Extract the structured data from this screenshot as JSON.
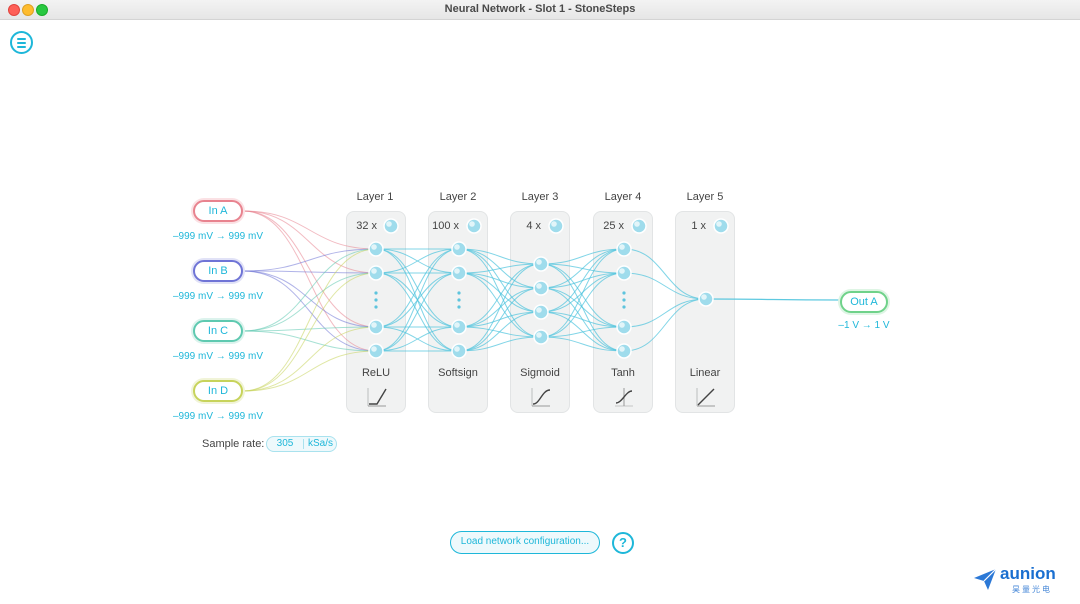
{
  "window": {
    "title": "Neural Network - Slot 1 - StoneSteps"
  },
  "inputs": [
    {
      "label": "In A",
      "range": "–999 mV → 999 mV",
      "color": "#e8838f"
    },
    {
      "label": "In B",
      "range": "–999 mV → 999 mV",
      "color": "#6f74d6"
    },
    {
      "label": "In C",
      "range": "–999 mV → 999 mV",
      "color": "#5ec9b0"
    },
    {
      "label": "In D",
      "range": "–999 mV → 999 mV",
      "color": "#c7d35b"
    }
  ],
  "layers": [
    {
      "label": "Layer 1",
      "count": "32 x",
      "activation": "ReLU",
      "activation_icon": "relu-curve-icon"
    },
    {
      "label": "Layer 2",
      "count": "100 x",
      "activation": "Softsign",
      "activation_icon": "softsign-curve-icon"
    },
    {
      "label": "Layer 3",
      "count": "4 x",
      "activation": "Sigmoid",
      "activation_icon": "sigmoid-curve-icon"
    },
    {
      "label": "Layer 4",
      "count": "25 x",
      "activation": "Tanh",
      "activation_icon": "tanh-curve-icon"
    },
    {
      "label": "Layer 5",
      "count": "1 x",
      "activation": "Linear",
      "activation_icon": "linear-curve-icon"
    }
  ],
  "output": {
    "label": "Out A",
    "range": "–1 V → 1 V",
    "color": "#6fd28a"
  },
  "sample_rate": {
    "label": "Sample rate:",
    "value": "305",
    "unit": "kSa/s"
  },
  "actions": {
    "load_label": "Load network configuration...",
    "help_label": "?"
  },
  "watermark": {
    "text": "aunion",
    "sub": "昊量光电"
  },
  "colors": {
    "accent": "#1eb7d9",
    "node": "#9fdcec",
    "edge": "#4cc3dd"
  }
}
